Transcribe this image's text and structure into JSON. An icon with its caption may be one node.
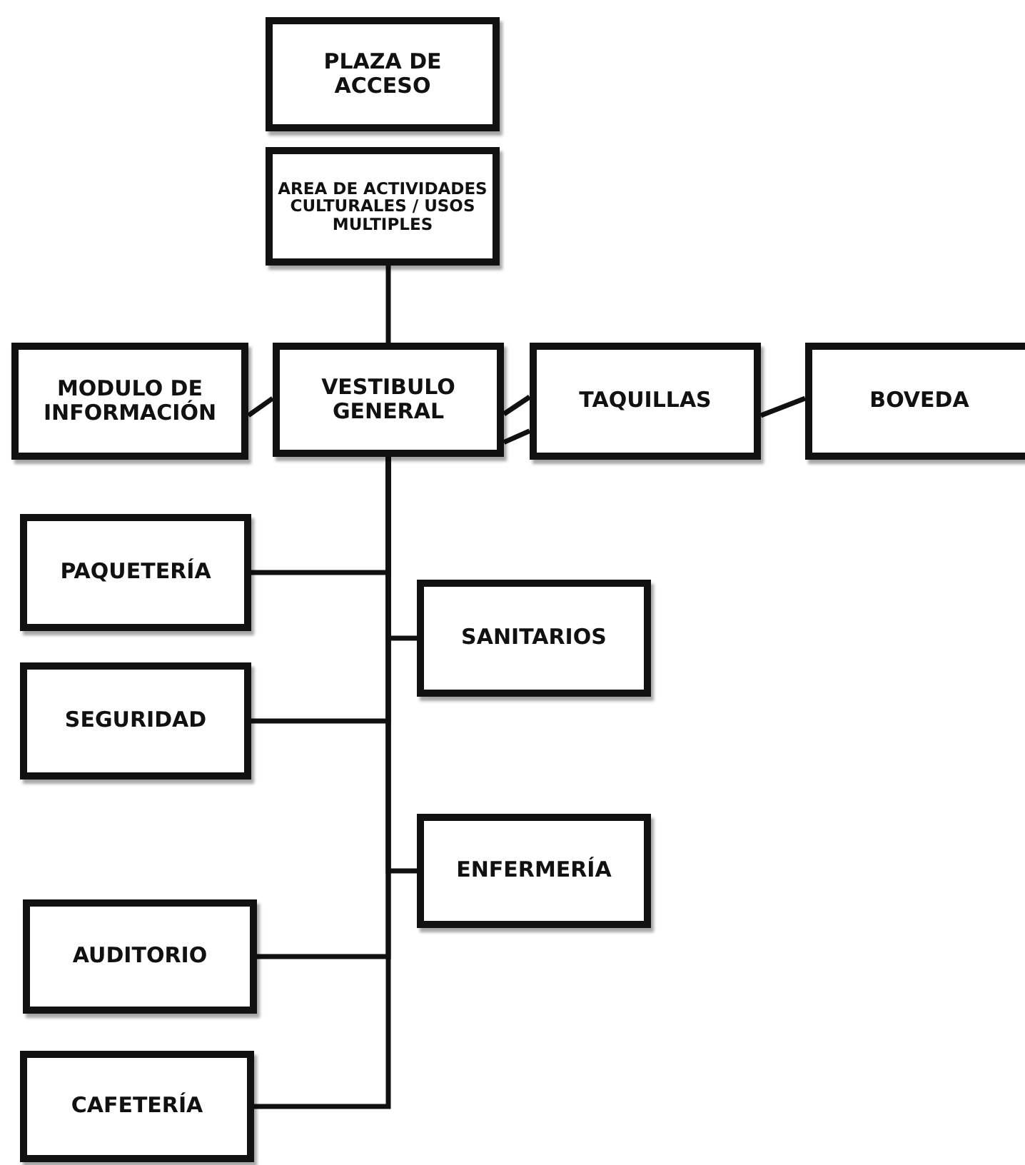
{
  "diagram": {
    "nodes": [
      {
        "text": [
          "PLAZA DE ACCESO"
        ]
      },
      {
        "text": [
          "AREA DE ACTIVIDADES CULTURALES / USOS MULTIPLES"
        ]
      },
      {
        "text": [
          "MODULO DE INFORMACIÓN"
        ]
      },
      {
        "text": [
          "VESTIBULO GENERAL"
        ]
      },
      {
        "text": [
          "TAQUILLAS"
        ]
      },
      {
        "text": [
          "BOVEDA"
        ]
      },
      {
        "text": [
          "PAQUETERÍA"
        ]
      },
      {
        "text": [
          "SANITARIOS"
        ]
      },
      {
        "text": [
          "SEGURIDAD"
        ]
      },
      {
        "text": [
          "ENFERMERÍA"
        ]
      },
      {
        "text": [
          "AUDITORIO"
        ]
      },
      {
        "text": [
          "CAFETERÍA"
        ]
      }
    ],
    "edges": [
      {
        "from": 1,
        "to": 3,
        "arrow": "none"
      },
      {
        "from": 2,
        "to": 3,
        "arrow": "none"
      },
      {
        "from": 3,
        "to": 4,
        "arrow": "none"
      },
      {
        "from": 3,
        "to": 4,
        "arrow": "none"
      },
      {
        "from": 4,
        "to": 5,
        "arrow": "none"
      },
      {
        "from": 3,
        "to": 6,
        "arrow": "none"
      },
      {
        "from": 3,
        "to": 7,
        "arrow": "none"
      },
      {
        "from": 3,
        "to": 8,
        "arrow": "none"
      },
      {
        "from": 3,
        "to": 9,
        "arrow": "none"
      },
      {
        "from": 3,
        "to": 10,
        "arrow": "none"
      },
      {
        "from": 3,
        "to": 11,
        "arrow": "none"
      }
    ]
  }
}
